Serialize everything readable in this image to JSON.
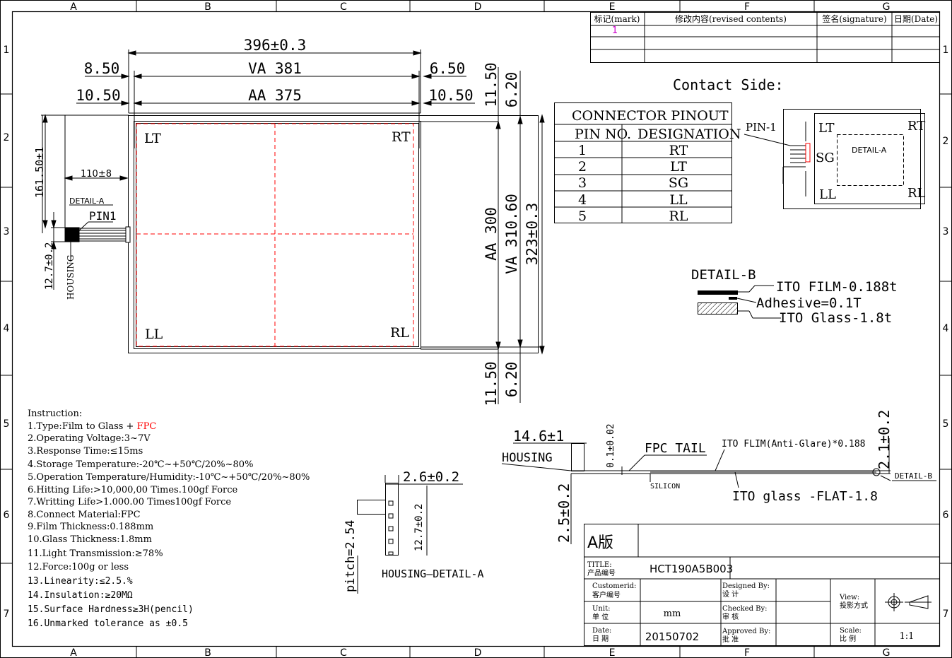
{
  "frame": {
    "columns": [
      "A",
      "B",
      "C",
      "D",
      "E",
      "F",
      "G"
    ],
    "rows": [
      "1",
      "2",
      "3",
      "4",
      "5",
      "6",
      "7"
    ]
  },
  "revision_table": {
    "headers": [
      "标记(mark)",
      "修改内容(revised contents)",
      "签名(signature)",
      "日期(Date)"
    ],
    "mark": "1"
  },
  "dimensions": {
    "overall_width": "396±0.3",
    "va_width": "VA 381",
    "aa_width": "AA 375",
    "left_va": "8.50",
    "left_aa": "10.50",
    "right_va": "6.50",
    "right_aa": "10.50",
    "top_aa": "11.50",
    "top_va": "6.20",
    "bottom_aa": "11.50",
    "bottom_va": "6.20",
    "aa_height": "AA 300",
    "va_height": "VA 310.60",
    "overall_height": "323±0.3",
    "fpc_offset": "161.50±1",
    "fpc_length": "110±8",
    "fpc_width": "12.7±0.2"
  },
  "panel": {
    "corners": {
      "lt": "LT",
      "rt": "RT",
      "ll": "LL",
      "rl": "RL"
    },
    "detail_a": "DETAIL-A",
    "pin1": "PIN1",
    "housing": "HOUSING"
  },
  "contact": {
    "title": "Contact  Side:",
    "pin1": "PIN-1",
    "lt": "LT",
    "rt": "RT",
    "sg": "SG",
    "ll": "LL",
    "rl": "RL",
    "detail": "DETAIL-A"
  },
  "pinout": {
    "title": "CONNECTOR PINOUT",
    "col_pin": "PIN NO.",
    "col_designation": "DESIGNATION",
    "rows": [
      {
        "pin": "1",
        "designation": "RT"
      },
      {
        "pin": "2",
        "designation": "LT"
      },
      {
        "pin": "3",
        "designation": "SG"
      },
      {
        "pin": "4",
        "designation": "LL"
      },
      {
        "pin": "5",
        "designation": "RL"
      }
    ]
  },
  "detail_b": {
    "title": "DETAIL-B",
    "film": "ITO FILM-0.188t",
    "adhesive": "Adhesive=0.1T",
    "glass": "ITO Glass-1.8t"
  },
  "instructions": {
    "title": "Instruction:",
    "item1_prefix": "1.Type:Film to Glass + ",
    "item1_highlight": "FPC",
    "items": [
      "2.Operating Voltage:3~7V",
      "3.Response Time:≤15ms",
      "4.Storage Temperature:-20℃~+50℃/20%~80%",
      "5.Operation Temperature/Humidity:-10℃~+50℃/20%~80%",
      "6.Hitting Life:>10,000,00 Times.100gf Force",
      "7.Writting Life>1.000.00  Times100gf Force",
      "8.Connect Material:FPC",
      "9.Film Thickness:0.188mm",
      "10.Glass Thickness:1.8mm",
      "11.Light Transmission:≥78%",
      "12.Force:100g or less",
      "13.Linearity:≤2.5.%",
      "14.Insulation:≥20MΩ",
      "15.Surface Hardness≥3H(pencil)",
      "16.Unmarked tolerance as ±0.5"
    ]
  },
  "housing_detail": {
    "width": "2.6±0.2",
    "height": "12.7±0.2",
    "pitch": "pitch=2.54",
    "label": "HOUSING—DETAIL-A"
  },
  "side_view": {
    "housing_width": "14.6±1",
    "housing": "HOUSING",
    "gap": "0.1±0.02",
    "fpc_tail": "FPC TAIL",
    "ito_flim": "ITO FLIM(Anti-Glare)*0.188",
    "silicon": "SILICON",
    "ito_glass": "ITO glass -FLAT-1.8",
    "height_left": "2.5±0.2",
    "height_right": "2.1±0.2",
    "detail_b": "DETAIL-B"
  },
  "title_block": {
    "version": "A版",
    "title_label": "TITLE:",
    "title_label_cn": "产品编号",
    "title_value": "HCT190A5B003",
    "customer_label": "Customerid:",
    "customer_label_cn": "客户编号",
    "designed_label": "Designed By:",
    "designed_label_cn": "设  计",
    "view_label": "View:",
    "view_label_cn": "投影方式",
    "unit_label": "Unit:",
    "unit_label_cn": "单  位",
    "unit_value": "mm",
    "checked_label": "Checked By:",
    "checked_label_cn": "审  核",
    "date_label": "Date:",
    "date_label_cn": "日  期",
    "date_value": "20150702",
    "approved_label": "Approved By:",
    "approved_label_cn": "批  准",
    "scale_label": "Scale:",
    "scale_label_cn": "比  例",
    "scale_value": "1:1"
  },
  "colors": {
    "line": "#000000",
    "centerline": "#ff0000",
    "highlight": "#ff0000",
    "mark": "#cc00cc"
  }
}
